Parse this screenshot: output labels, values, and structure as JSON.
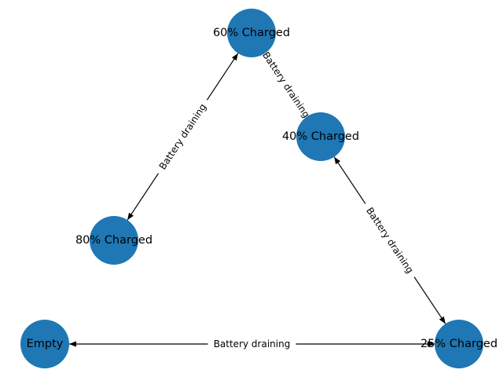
{
  "graph": {
    "node_color": "#1f77b4",
    "edge_color": "#000000",
    "nodes": [
      {
        "id": "n60",
        "label": "60% Charged"
      },
      {
        "id": "n40",
        "label": "40% Charged"
      },
      {
        "id": "n80",
        "label": "80% Charged"
      },
      {
        "id": "nEmpty",
        "label": "Empty"
      },
      {
        "id": "n25",
        "label": "25% Charged"
      }
    ],
    "edges": [
      {
        "from": "n80",
        "to": "n60",
        "label": "Battery draining",
        "bidirectional": true
      },
      {
        "from": "n60",
        "to": "n40",
        "label": "Battery draining",
        "bidirectional": false
      },
      {
        "from": "n40",
        "to": "n25",
        "label": "Battery draining",
        "bidirectional": true
      },
      {
        "from": "n25",
        "to": "nEmpty",
        "label": "Battery draining",
        "bidirectional": true
      }
    ]
  }
}
